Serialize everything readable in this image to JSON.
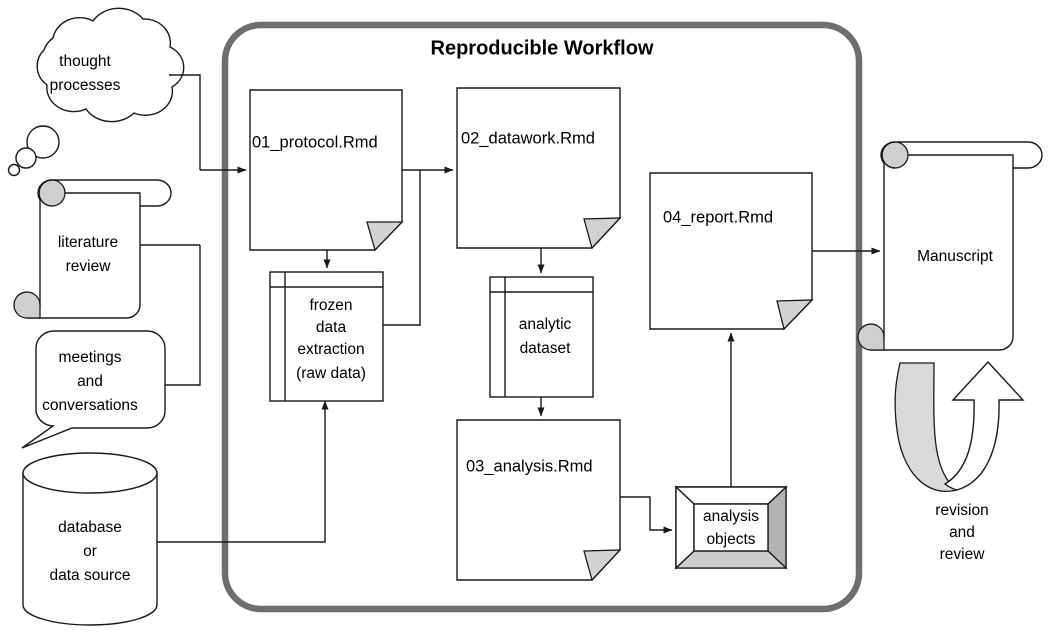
{
  "diagram": {
    "title": "Reproducible Workflow",
    "container_border_color": "#6e6e6e",
    "fold_color": "#d2d2d2",
    "line_color": "#1a1a1a",
    "background": "#ffffff"
  },
  "inputs": {
    "thought": {
      "line1": "thought",
      "line2": "processes"
    },
    "literature": {
      "line1": "literature",
      "line2": "review"
    },
    "meetings": {
      "line1": "meetings",
      "line2": "and",
      "line3": "conversations"
    },
    "database": {
      "line1": "database",
      "line2": "or",
      "line3": "data source"
    }
  },
  "documents": {
    "protocol": "01_protocol.Rmd",
    "datawork": "02_datawork.Rmd",
    "analysis": "03_analysis.Rmd",
    "report": "04_report.Rmd"
  },
  "datastores": {
    "frozen": {
      "line1": "frozen",
      "line2": "data",
      "line3": "extraction",
      "line4": "(raw data)"
    },
    "analytic": {
      "line1": "analytic",
      "line2": "dataset"
    }
  },
  "objects": {
    "analysis_objects": {
      "line1": "analysis",
      "line2": "objects"
    }
  },
  "output": {
    "manuscript": "Manuscript",
    "revision": {
      "line1": "revision",
      "line2": "and",
      "line3": "review"
    }
  }
}
